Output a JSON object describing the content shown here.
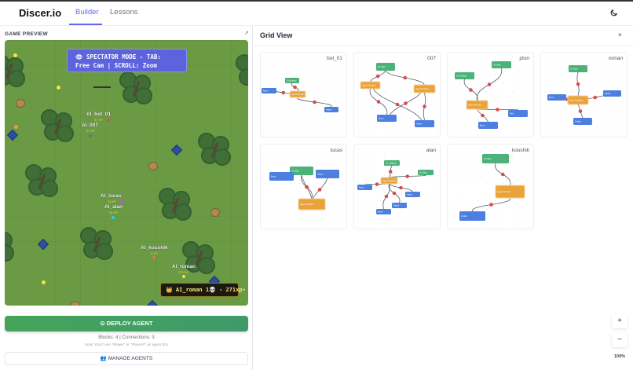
{
  "header": {
    "brand": "Discer.io",
    "tabs": [
      {
        "label": "Builder",
        "active": true
      },
      {
        "label": "Lessons",
        "active": false
      }
    ],
    "theme_icon": "moon-icon"
  },
  "preview": {
    "title": "GAME PREVIEW",
    "banner_line1": "👁 SPECTATOR MODE - TAB:",
    "banner_line2": "Free Cam | SCROLL: Zoom",
    "players": [
      {
        "name": "AI_bot_01",
        "xp": "57 XP",
        "color": "#e5484d"
      },
      {
        "name": "AI_007",
        "xp": "21 XP",
        "color": "#6b7280"
      },
      {
        "name": "AI_lucas",
        "xp": "75 XP",
        "color": "#d946ef"
      },
      {
        "name": "AI_alan",
        "xp": "25 XP",
        "color": "#22d3ee"
      },
      {
        "name": "AI_koushik",
        "xp": "0 XP",
        "color": "#e07b39"
      },
      {
        "name": "AI_roman",
        "xp": "271 XP",
        "color": "#f5e642"
      }
    ],
    "leader": "👑 AI_roman 1💀 - 271xp▾"
  },
  "actions": {
    "deploy": "DEPLOY AGENT",
    "stats": "Blocks: 4 | Connections: 3",
    "note": "Note: Don't use \"Player\" or \"Player#\" as agent IDs",
    "manage": "MANAGE AGENTS"
  },
  "grid": {
    "title": "Grid View",
    "close": "×",
    "colors": {
      "trigger": "#4cb27a",
      "decision": "#eaa23a",
      "action": "#4d7fe0",
      "edge_dot": "#dc4b4b"
    },
    "cards": [
      {
        "label": "bot_01",
        "nodes": [
          {
            "type": "trigger",
            "label": "On Enemy"
          },
          {
            "type": "decision",
            "label": "Agent Decision"
          },
          {
            "type": "action",
            "label": "Move"
          },
          {
            "type": "action",
            "label": "Attack"
          }
        ],
        "edges": [
          [
            0,
            1
          ],
          [
            1,
            2
          ],
          [
            1,
            3
          ]
        ]
      },
      {
        "label": "007",
        "nodes": [
          {
            "type": "trigger",
            "label": "On Start"
          },
          {
            "type": "decision",
            "label": "Agent Decision"
          },
          {
            "type": "decision",
            "label": "Agent Decision"
          },
          {
            "type": "action",
            "label": "Move"
          },
          {
            "type": "action",
            "label": "Attack"
          }
        ],
        "edges": [
          [
            0,
            1
          ],
          [
            0,
            2
          ],
          [
            1,
            3
          ],
          [
            2,
            4
          ],
          [
            4,
            1
          ],
          [
            3,
            2
          ]
        ]
      },
      {
        "label": "pton",
        "nodes": [
          {
            "type": "trigger",
            "label": "On Collision"
          },
          {
            "type": "trigger",
            "label": "On Start"
          },
          {
            "type": "decision",
            "label": "Agent Decision"
          },
          {
            "type": "action",
            "label": "Flee"
          },
          {
            "type": "action",
            "label": "Move"
          }
        ],
        "edges": [
          [
            0,
            2
          ],
          [
            1,
            2
          ],
          [
            2,
            3
          ],
          [
            2,
            4
          ]
        ]
      },
      {
        "label": "roman",
        "nodes": [
          {
            "type": "trigger",
            "label": "On Start"
          },
          {
            "type": "decision",
            "label": "Agent Decision"
          },
          {
            "type": "action",
            "label": "Move"
          },
          {
            "type": "action",
            "label": "Attack"
          },
          {
            "type": "action",
            "label": "Collect"
          }
        ],
        "edges": [
          [
            0,
            1
          ],
          [
            1,
            2
          ],
          [
            1,
            3
          ],
          [
            1,
            4
          ]
        ]
      },
      {
        "label": "lucas",
        "nodes": [
          {
            "type": "trigger",
            "label": "On Start"
          },
          {
            "type": "action",
            "label": "Move"
          },
          {
            "type": "action",
            "label": "Attack"
          },
          {
            "type": "decision",
            "label": "Agent Decision"
          }
        ],
        "edges": [
          [
            0,
            3
          ],
          [
            0,
            3
          ],
          [
            3,
            2
          ]
        ]
      },
      {
        "label": "alan",
        "nodes": [
          {
            "type": "trigger",
            "label": "On Collision"
          },
          {
            "type": "trigger",
            "label": "On Start"
          },
          {
            "type": "decision",
            "label": "Agent Decision"
          },
          {
            "type": "action",
            "label": "Move"
          },
          {
            "type": "action",
            "label": "Attack"
          },
          {
            "type": "action",
            "label": "Attack"
          },
          {
            "type": "action",
            "label": "Move"
          }
        ],
        "edges": [
          [
            0,
            2
          ],
          [
            1,
            2
          ],
          [
            2,
            3
          ],
          [
            2,
            4
          ],
          [
            2,
            5
          ],
          [
            2,
            6
          ]
        ]
      },
      {
        "label": "koushik",
        "nodes": [
          {
            "type": "trigger",
            "label": "On Start"
          },
          {
            "type": "decision",
            "label": "Agent Decision"
          },
          {
            "type": "action",
            "label": "Collect"
          }
        ],
        "edges": [
          [
            0,
            1
          ],
          [
            1,
            2
          ]
        ]
      }
    ]
  },
  "zoom": {
    "in": "+",
    "out": "−",
    "level": "100%"
  }
}
